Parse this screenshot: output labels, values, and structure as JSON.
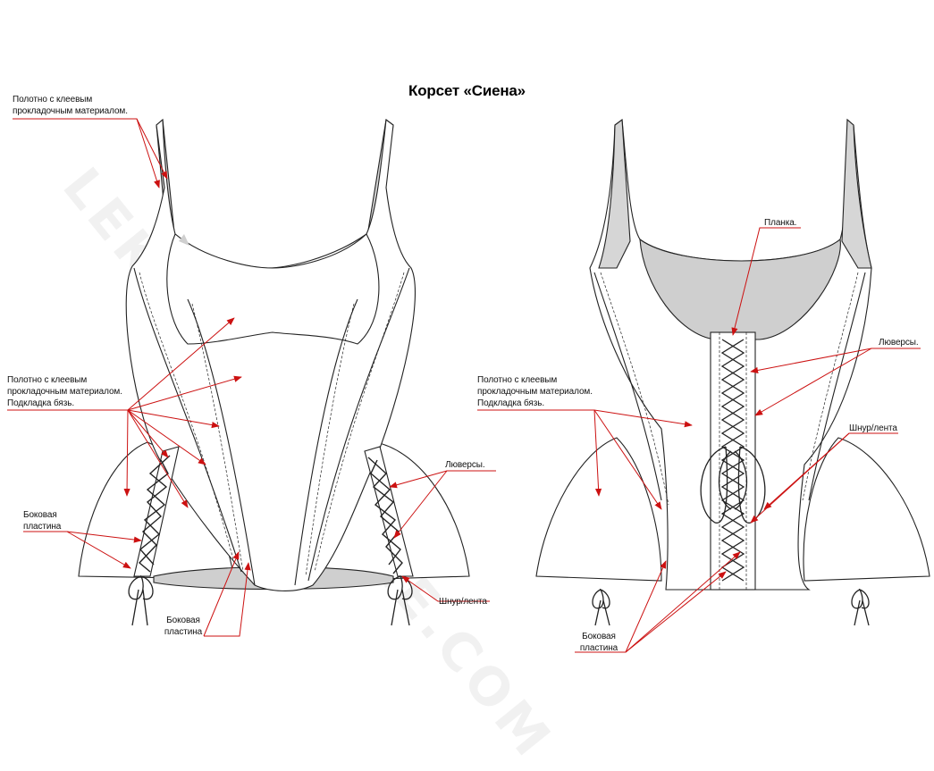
{
  "title": "Корсет «Сиена»",
  "watermark": "LEKALOLINGERIE.COM",
  "colors": {
    "annotation": "#cc1111",
    "line": "#222222",
    "fill_gray": "#cfcfcf"
  },
  "front_view": {
    "label_strap": [
      "Полотно с клеевым",
      "прокладочным материалом."
    ],
    "label_body": [
      "Полотно с клеевым",
      "прокладочным материалом.",
      "Подкладка бязь."
    ],
    "label_side_panel_left": [
      "Боковая",
      "пластина"
    ],
    "label_side_panel_bottom": [
      "Боковая",
      "пластина"
    ],
    "label_eyelets": "Люверсы.",
    "label_lace": "Шнур/лента"
  },
  "back_view": {
    "label_placket": "Планка.",
    "label_eyelets": "Люверсы.",
    "label_body": [
      "Полотно с клеевым",
      "прокладочным материалом.",
      "Подкладка бязь."
    ],
    "label_lace": "Шнур/лента",
    "label_side_panel": [
      "Боковая",
      "пластина"
    ]
  }
}
